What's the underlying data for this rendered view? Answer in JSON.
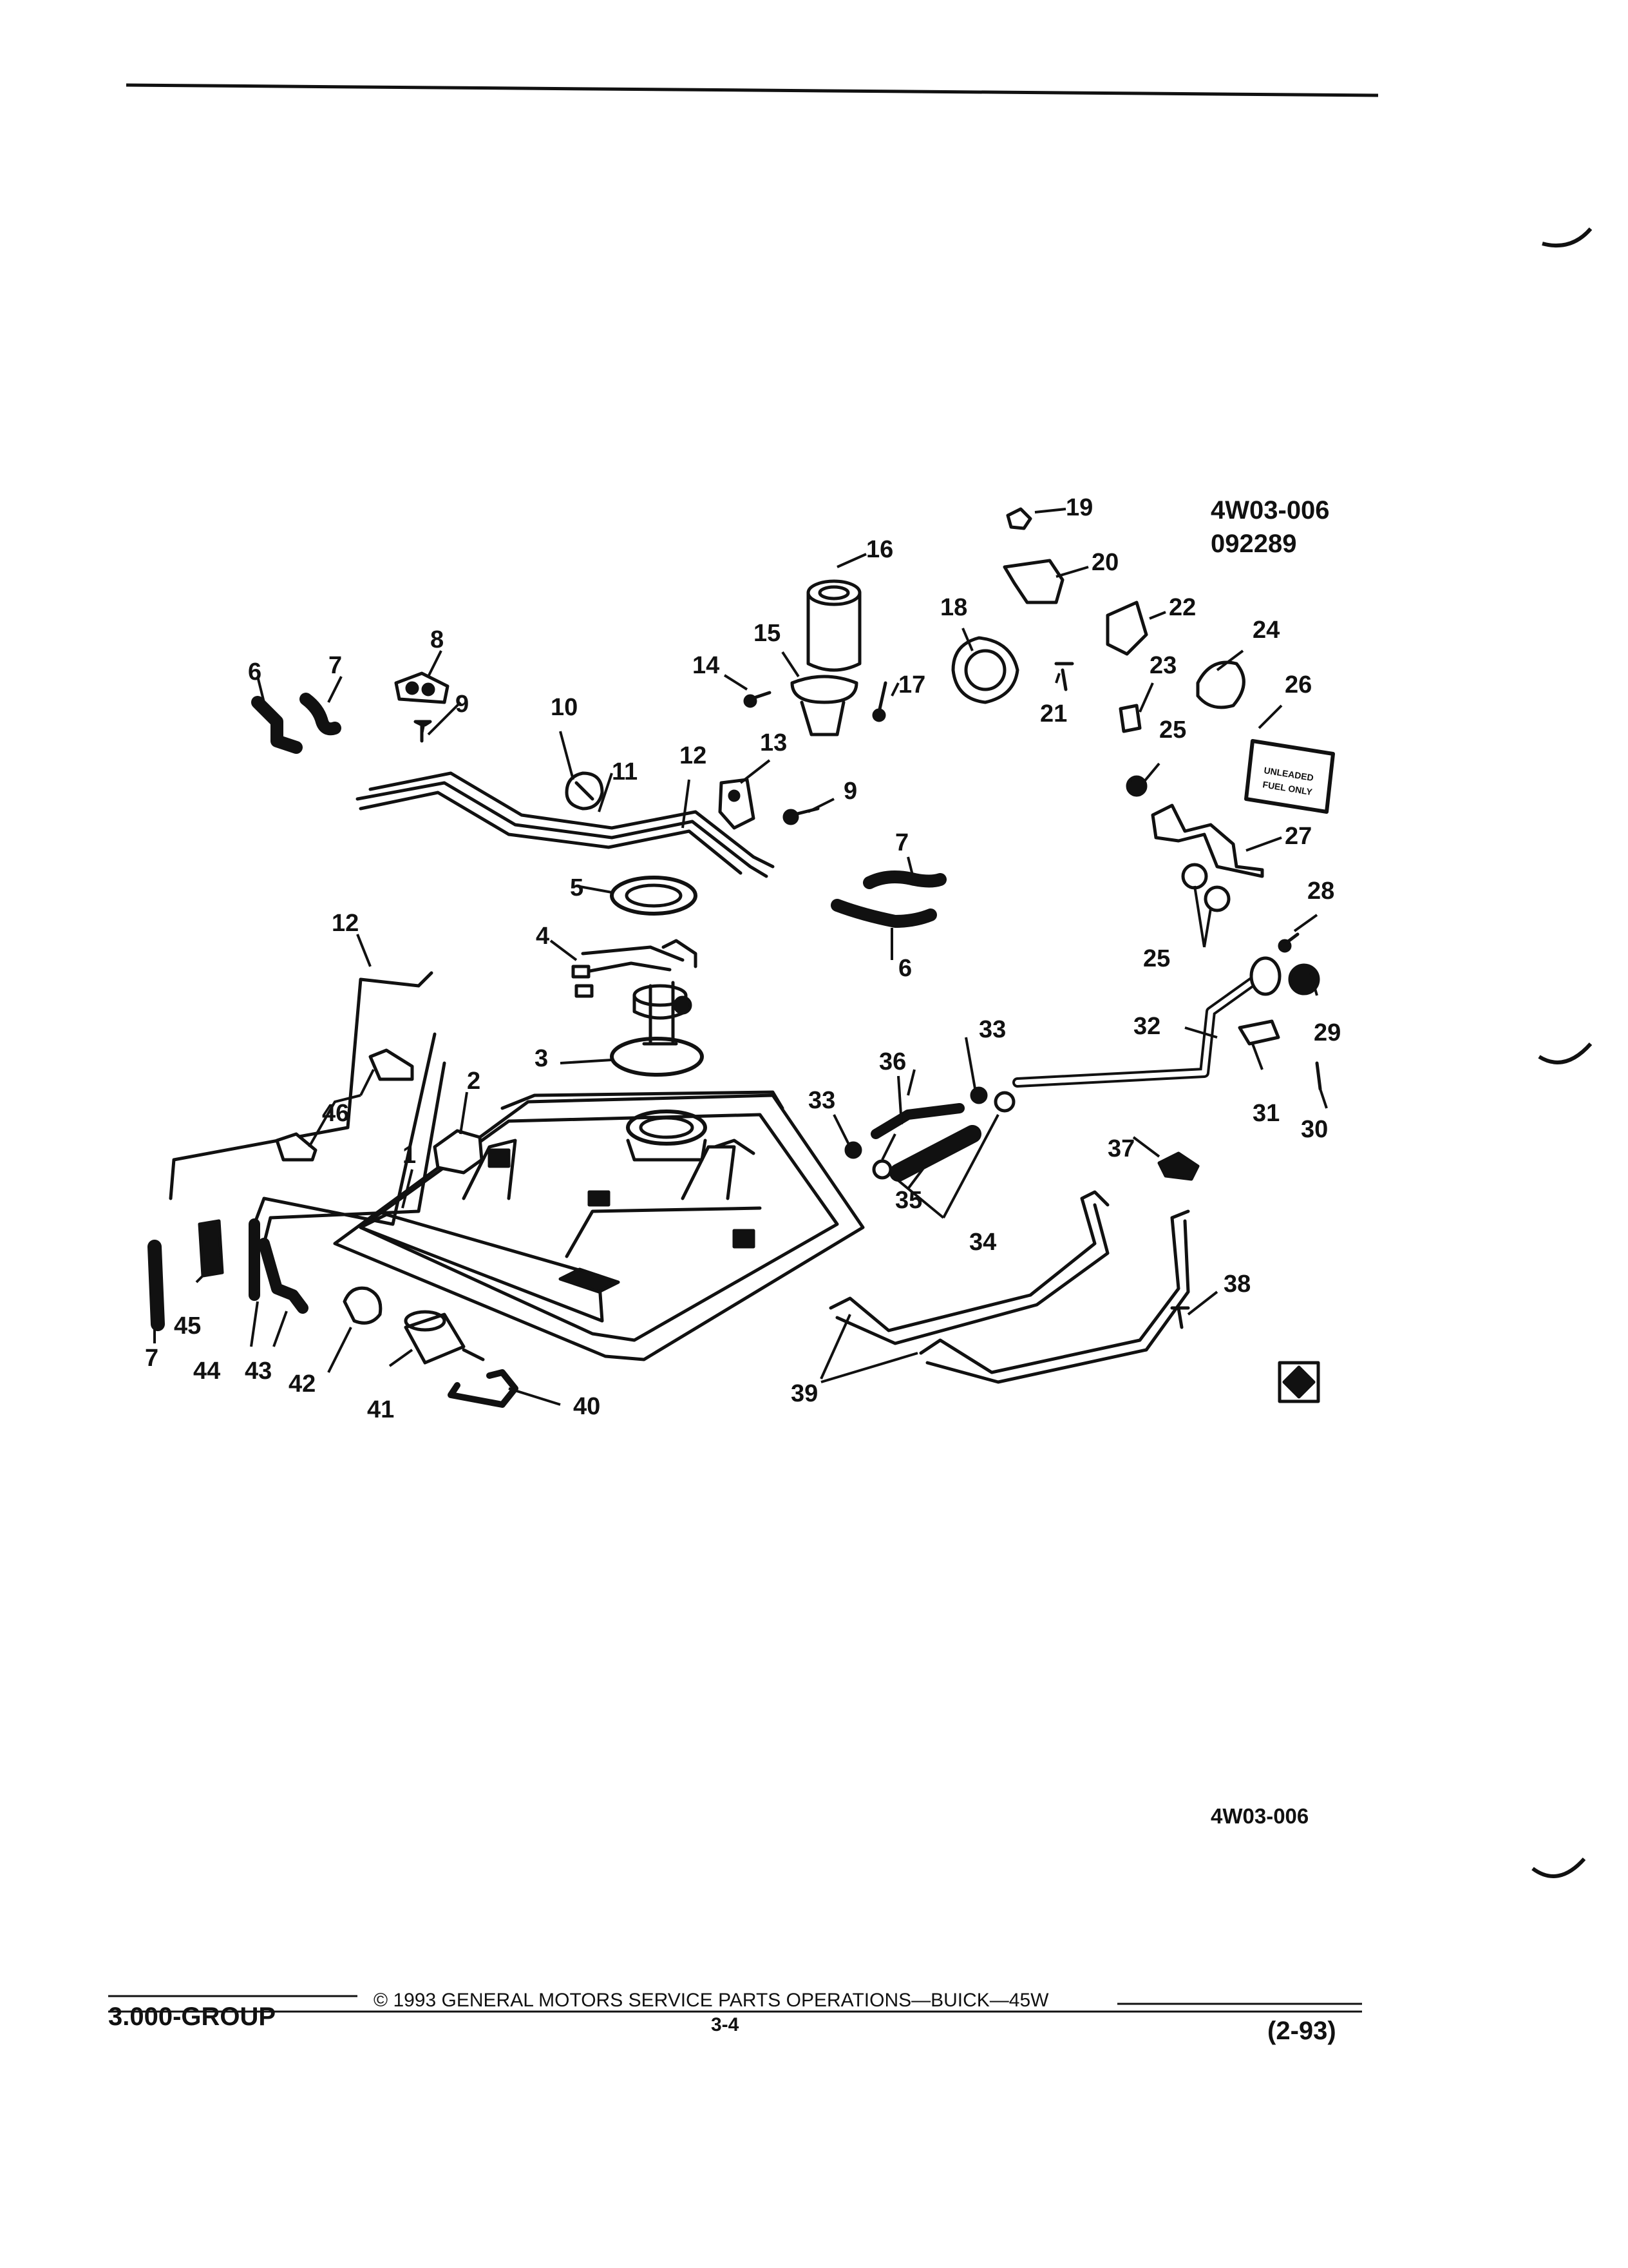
{
  "diagram": {
    "ref_id": "4W03-006",
    "ref_date": "092289",
    "footer_ref_id": "4W03-006",
    "parts": [
      "1",
      "2",
      "3",
      "4",
      "5",
      "6",
      "7",
      "8",
      "9",
      "10",
      "11",
      "12",
      "13",
      "14",
      "15",
      "16",
      "17",
      "18",
      "19",
      "20",
      "21",
      "22",
      "23",
      "24",
      "25",
      "26",
      "27",
      "28",
      "29",
      "30",
      "31",
      "32",
      "33",
      "34",
      "35",
      "36",
      "37",
      "38",
      "39",
      "40",
      "41",
      "42",
      "43",
      "44",
      "45",
      "46"
    ],
    "label_text": {
      "26": "UNLEADED FUEL ONLY"
    }
  },
  "footer": {
    "group": "3.000-GROUP",
    "copyright": "©  1993  GENERAL MOTORS SERVICE PARTS OPERATIONS—BUICK—45W",
    "page": "3-4",
    "date": "(2-93)"
  }
}
